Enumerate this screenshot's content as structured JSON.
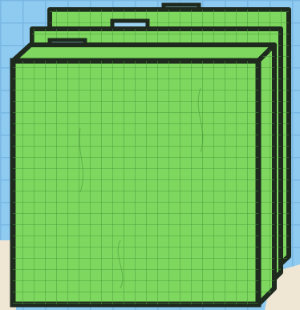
{
  "illustration": {
    "subject": "stack-of-green-grid-sheets",
    "sheet_count": 3,
    "tab_count": 3
  },
  "colors": {
    "background_blue": "#8fcaf0",
    "background_blue_grid": "#79b8e3",
    "floor_beige": "#efe6d4",
    "sheet_green": "#7ed85f",
    "sheet_grid_line": "#4b9a3a",
    "outline": "#1e2a1e",
    "tab_blue": "#9fd3f2"
  }
}
